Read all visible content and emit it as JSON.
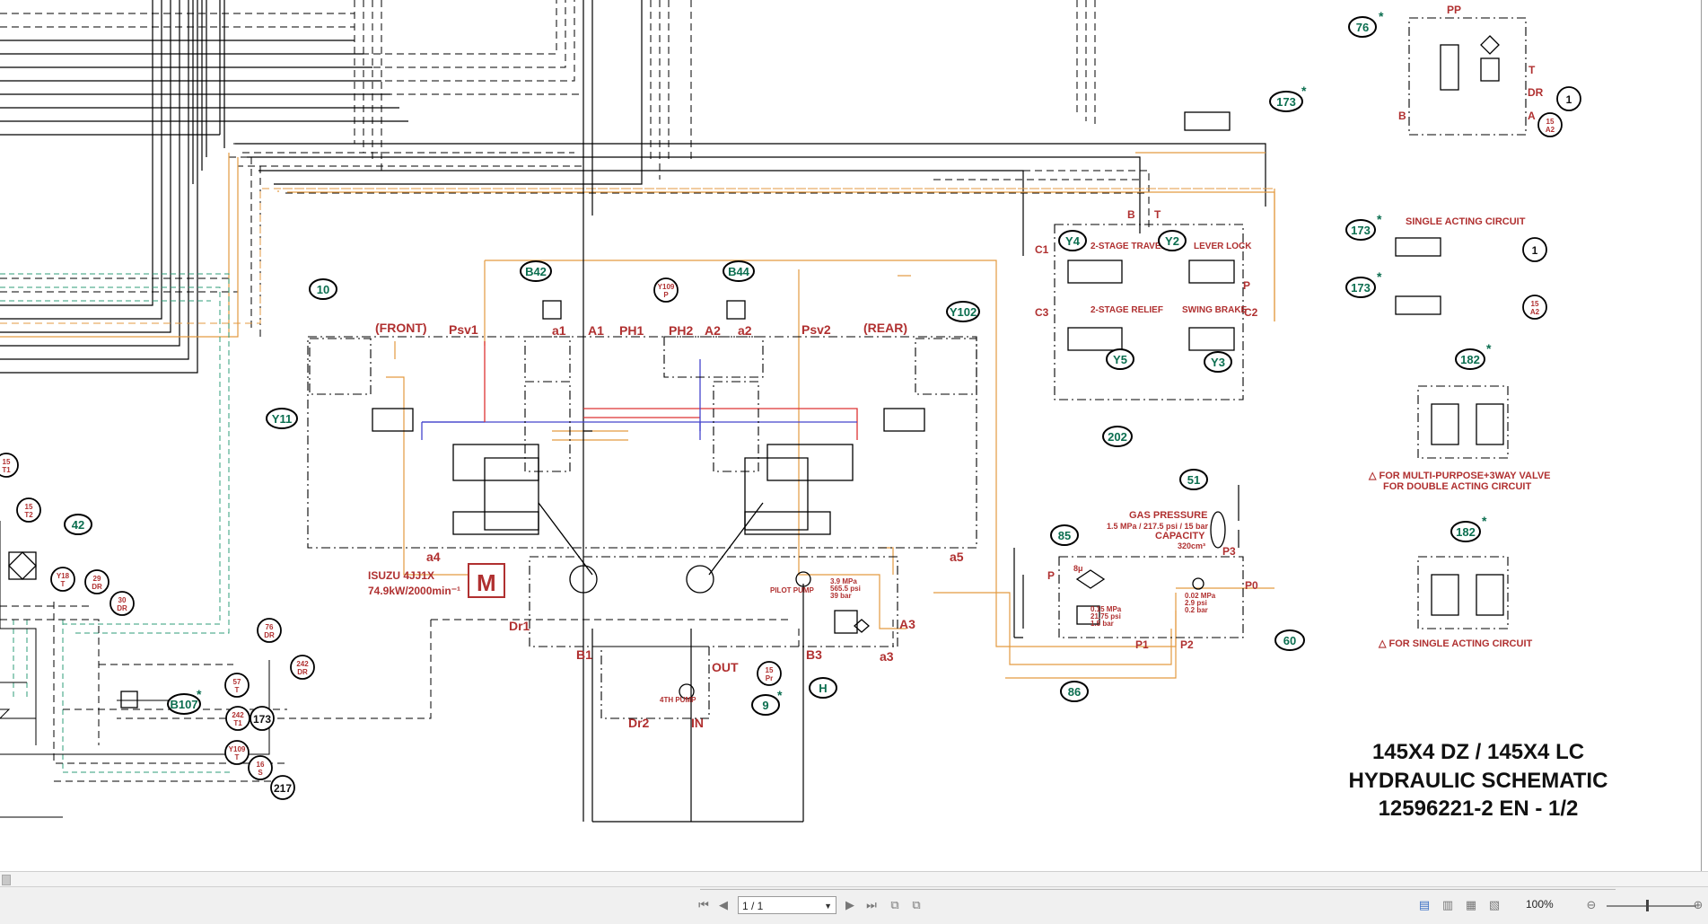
{
  "title_block": {
    "line1": "145X4 DZ / 145X4 LC",
    "line2": "HYDRAULIC SCHEMATIC",
    "line3": "12596221-2 EN - 1/2"
  },
  "engine": {
    "model": "ISUZU  4JJ1X",
    "rating": "74.9kW/2000min⁻¹",
    "motor_symbol": "M"
  },
  "labels": {
    "front": "(FRONT)",
    "rear": "(REAR)",
    "psv1": "Psv1",
    "psv2": "Psv2",
    "a1_low": "a1",
    "A1": "A1",
    "PH1": "PH1",
    "PH2": "PH2",
    "A2": "A2",
    "a2_low": "a2",
    "a4": "a4",
    "a5": "a5",
    "a3_low": "a3",
    "A3": "A3",
    "Dr1": "Dr1",
    "Dr2": "Dr2",
    "B1": "B1",
    "B3": "B3",
    "OUT": "OUT",
    "IN": "IN",
    "pilot_pump": "PILOT PUMP",
    "fourth_pump": "4TH PUMP",
    "pilot_relief_1": "3.9 MPa",
    "pilot_relief_2": "565.5 psi",
    "pilot_relief_3": "39 bar",
    "gas_pressure": "GAS PRESSURE",
    "gas_pressure_value": "1.5 MPa / 217.5 psi / 15 bar",
    "capacity": "CAPACITY",
    "capacity_value": "320cm³",
    "check_1": "0.15 MPa",
    "check_2": "21.75 psi",
    "check_3": "1.5 bar",
    "check_4": "0.02 MPa",
    "check_5": "2.9 psi",
    "check_6": "0.2 bar",
    "filter_8u": "8μ",
    "P": "P",
    "P0": "P0",
    "P1": "P1",
    "P2": "P2",
    "P3": "P3",
    "stage_travel": "2-STAGE TRAVEL",
    "lever_lock": "LEVER LOCK",
    "stage_relief": "2-STAGE RELIEF",
    "swing_brake": "SWING BRAKE",
    "C1": "C1",
    "C2": "C2",
    "C3": "C3",
    "B": "B",
    "T": "T",
    "PP": "PP",
    "DR": "DR",
    "A": "A",
    "single_acting_circuit": "SINGLE ACTING CIRCUIT",
    "note_multi_1": "△ FOR MULTI-PURPOSE+3WAY VALVE",
    "note_multi_2": "FOR DOUBLE ACTING CIRCUIT",
    "note_single": "△ FOR SINGLE ACTING CIRCUIT"
  },
  "callouts": [
    "10",
    "Y11",
    "B42",
    "Y109 P",
    "B44",
    "Y102",
    "Y4",
    "Y2",
    "Y5",
    "Y3",
    "202",
    "51",
    "85",
    "86",
    "60",
    "H",
    "9",
    "42",
    "B107",
    "173",
    "217",
    "76",
    "173",
    "173",
    "173",
    "182",
    "182"
  ],
  "viewer": {
    "page_display": "1 / 1",
    "zoom": "100%",
    "nav_first": "first-page",
    "nav_prev": "previous-page",
    "nav_next": "next-page",
    "nav_last": "last-page"
  }
}
